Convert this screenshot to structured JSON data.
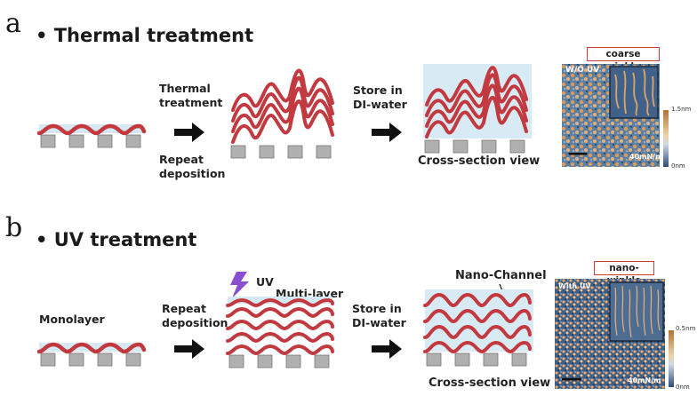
{
  "panel_a": {
    "letter": "a",
    "heading": "Thermal treatment",
    "step1": [
      "Thermal",
      "treatment"
    ],
    "step2": [
      "Repeat",
      "deposition"
    ],
    "step3": [
      "Store in",
      "DI-water"
    ],
    "caption": "Cross-section view",
    "afm_box": "coarse winkle",
    "afm_overlay": "W/O UV",
    "afm_scale_label": "40mN/m",
    "colorbar_top": "1.5nm",
    "colorbar_bottom": "0nm"
  },
  "panel_b": {
    "letter": "b",
    "heading": "UV treatment",
    "monolayer": "Monolayer",
    "step1": [
      "Repeat",
      "deposition"
    ],
    "uv": "UV",
    "multilayer": "Multi-layer",
    "step2": [
      "Store in",
      "DI-water"
    ],
    "nano_channel": "Nano-Channel",
    "caption": "Cross-section view",
    "afm_box": "nano-winkle",
    "afm_overlay": "With UV",
    "afm_scale_label": "40mN/m",
    "colorbar_top": "0.5nm",
    "colorbar_bottom": "0nm"
  },
  "colors": {
    "polymer_red": "#c23a3f",
    "substrate_gray": "#a9a9a9",
    "water_blue": "#cfe7f4",
    "uv_purple": "#8a4fd0",
    "label_box_red": "#d23a3a"
  }
}
